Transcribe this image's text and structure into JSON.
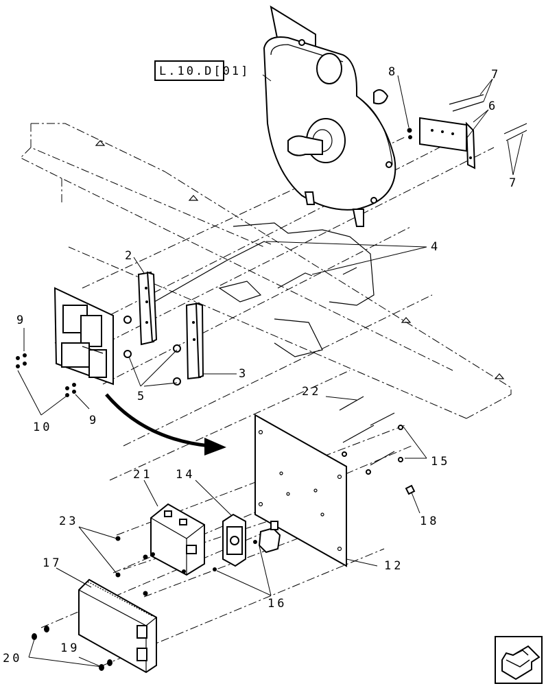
{
  "reference_box": "L.10.D[01]",
  "callouts": [
    {
      "id": "c2",
      "text": "2"
    },
    {
      "id": "c3",
      "text": "3"
    },
    {
      "id": "c4",
      "text": "4"
    },
    {
      "id": "c5",
      "text": "5"
    },
    {
      "id": "c6",
      "text": "6"
    },
    {
      "id": "c7a",
      "text": "7"
    },
    {
      "id": "c7b",
      "text": "7"
    },
    {
      "id": "c8",
      "text": "8"
    },
    {
      "id": "c9a",
      "text": "9"
    },
    {
      "id": "c9b",
      "text": "9"
    },
    {
      "id": "c10",
      "text": "10"
    },
    {
      "id": "c12",
      "text": "12"
    },
    {
      "id": "c14",
      "text": "14"
    },
    {
      "id": "c15",
      "text": "15"
    },
    {
      "id": "c16",
      "text": "16"
    },
    {
      "id": "c17",
      "text": "17"
    },
    {
      "id": "c18",
      "text": "18"
    },
    {
      "id": "c19",
      "text": "19"
    },
    {
      "id": "c20",
      "text": "20"
    },
    {
      "id": "c21",
      "text": "21"
    },
    {
      "id": "c22",
      "text": "22"
    },
    {
      "id": "c23",
      "text": "23"
    }
  ],
  "nav_icon": "next-page-arrow-icon"
}
